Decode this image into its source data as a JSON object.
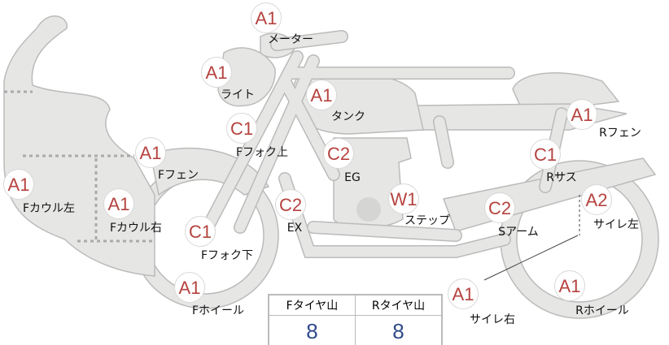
{
  "colors": {
    "part_fill": "#e6e6e4",
    "part_stroke": "#bbbbbb",
    "grade_text": "#b5433f",
    "value_text": "#2f4a8a"
  },
  "parts": [
    {
      "grade": "A1",
      "label": "メーター"
    },
    {
      "grade": "A1",
      "label": "ライト"
    },
    {
      "grade": "A1",
      "label": "タンク"
    },
    {
      "grade": "A1",
      "label": "Rフェン"
    },
    {
      "grade": "C1",
      "label": "Fフォク上"
    },
    {
      "grade": "A1",
      "label": "Fフェン"
    },
    {
      "grade": "C2",
      "label": "EG"
    },
    {
      "grade": "C1",
      "label": "Rサス"
    },
    {
      "grade": "A1",
      "label": "Fカウル左"
    },
    {
      "grade": "A1",
      "label": "Fカウル右"
    },
    {
      "grade": "C2",
      "label": "EX"
    },
    {
      "grade": "W1",
      "label": "ステップ"
    },
    {
      "grade": "C2",
      "label": "Sアーム"
    },
    {
      "grade": "A2",
      "label": "サイレ左"
    },
    {
      "grade": "C1",
      "label": "Fフォク下"
    },
    {
      "grade": "A1",
      "label": "Fホイール"
    },
    {
      "grade": "A1",
      "label": "サイレ右"
    },
    {
      "grade": "A1",
      "label": "Rホイール"
    }
  ],
  "tires": {
    "front_label": "Fタイヤ山",
    "rear_label": "Rタイヤ山",
    "front_value": "8",
    "rear_value": "8"
  }
}
